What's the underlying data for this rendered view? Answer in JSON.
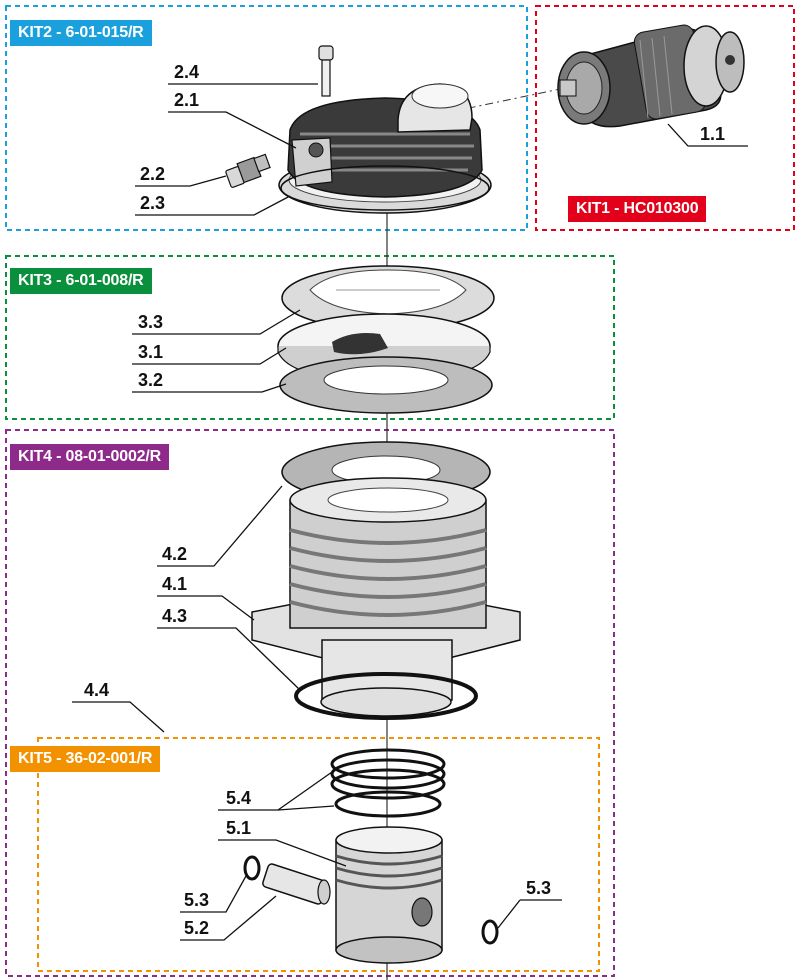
{
  "kits": {
    "kit1": {
      "label": "KIT1 - HC010300",
      "color": "#e2001a"
    },
    "kit2": {
      "label": "KIT2 - 6-01-015/R",
      "color": "#1aa0dc"
    },
    "kit3": {
      "label": "KIT3 - 6-01-008/R",
      "color": "#0a8f3c"
    },
    "kit4": {
      "label": "KIT4 - 08-01-0002/R",
      "color": "#8e2a8a"
    },
    "kit5": {
      "label": "KIT5 - 36-02-001/R",
      "color": "#f39200"
    }
  },
  "parts": {
    "p1_1": "1.1",
    "p2_4": "2.4",
    "p2_1": "2.1",
    "p2_2": "2.2",
    "p2_3": "2.3",
    "p3_3": "3.3",
    "p3_1": "3.1",
    "p3_2": "3.2",
    "p4_2": "4.2",
    "p4_1": "4.1",
    "p4_3": "4.3",
    "p4_4": "4.4",
    "p5_4": "5.4",
    "p5_1": "5.1",
    "p5_3a": "5.3",
    "p5_2": "5.2",
    "p5_3b": "5.3"
  }
}
